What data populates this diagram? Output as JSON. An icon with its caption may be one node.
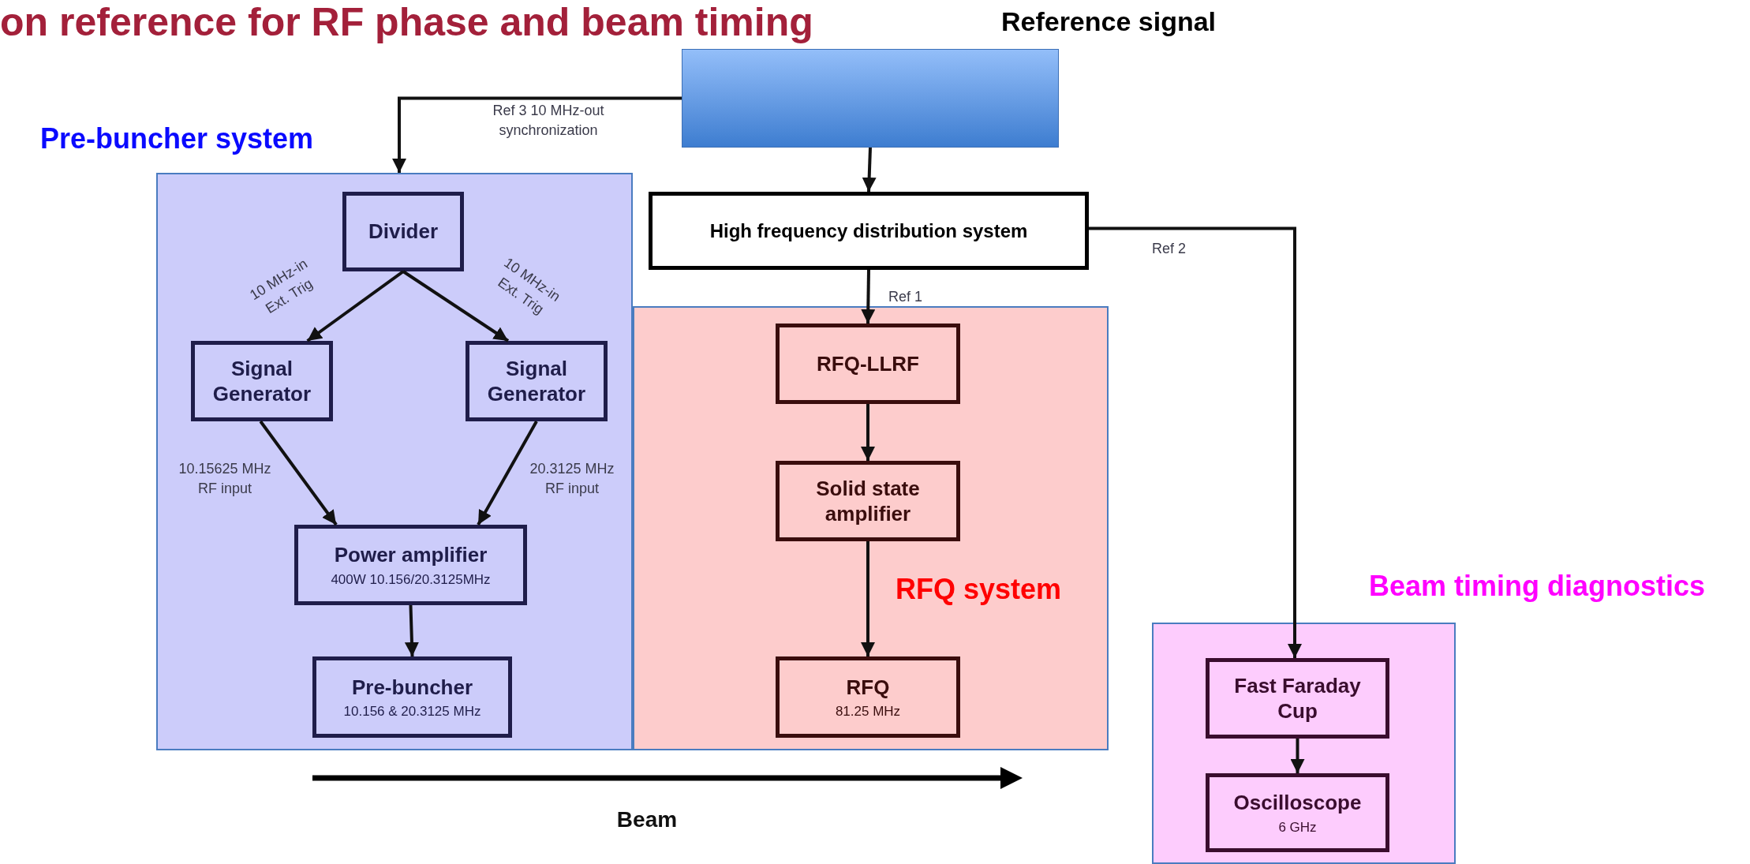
{
  "diagram": {
    "title": "on reference for RF phase and beam timing",
    "nodes": [
      {
        "text": [
          "Reference signal"
        ]
      },
      {
        "text": [
          "Pre-buncher system"
        ]
      },
      {
        "text": [
          "Divider"
        ],
        "in": 1
      },
      {
        "text": [
          "Signal Generator"
        ],
        "in": 1
      },
      {
        "text": [
          "Signal Generator"
        ],
        "in": 1
      },
      {
        "text": [
          "Power amplifier",
          "400W 10.156/20.3125MHz"
        ],
        "in": 1
      },
      {
        "text": [
          "Pre-buncher",
          "10.156 & 20.3125 MHz"
        ],
        "in": 1
      },
      {
        "text": [
          "High frequency distribution system"
        ]
      },
      {
        "text": [
          "RFQ system"
        ]
      },
      {
        "text": [
          "RFQ-LLRF"
        ],
        "in": 8
      },
      {
        "text": [
          "Solid state amplifier"
        ],
        "in": 8
      },
      {
        "text": [
          "RFQ",
          "81.25 MHz"
        ],
        "in": 8
      },
      {
        "text": [
          "Beam timing diagnostics"
        ]
      },
      {
        "text": [
          "Fast Faraday Cup"
        ],
        "in": 12
      },
      {
        "text": [
          "Oscilloscope",
          "6 GHz"
        ],
        "in": 12
      }
    ],
    "edges": [
      {
        "from": 0,
        "to": 1,
        "arrow": "to",
        "label": "Ref 3 10 MHz-out synchronization"
      },
      {
        "from": 0,
        "to": 7,
        "arrow": "to"
      },
      {
        "from": 7,
        "to": 9,
        "arrow": "to",
        "label": "Ref 1"
      },
      {
        "from": 7,
        "to": 13,
        "arrow": "to",
        "label": "Ref 2"
      },
      {
        "from": 2,
        "to": 3,
        "arrow": "to",
        "label": "10 MHz-in Ext. Trig"
      },
      {
        "from": 2,
        "to": 4,
        "arrow": "to",
        "label": "10 MHz-in Ext. Trig"
      },
      {
        "from": 3,
        "to": 5,
        "arrow": "to",
        "label": "10.15625 MHz RF input"
      },
      {
        "from": 4,
        "to": 5,
        "arrow": "to",
        "label": "20.3125 MHz RF input"
      },
      {
        "from": 5,
        "to": 6,
        "arrow": "to"
      },
      {
        "from": 9,
        "to": 10,
        "arrow": "to"
      },
      {
        "from": 10,
        "to": 11,
        "arrow": "to"
      },
      {
        "from": 13,
        "to": 14,
        "arrow": "to"
      }
    ],
    "labels": [
      "Beam"
    ]
  }
}
